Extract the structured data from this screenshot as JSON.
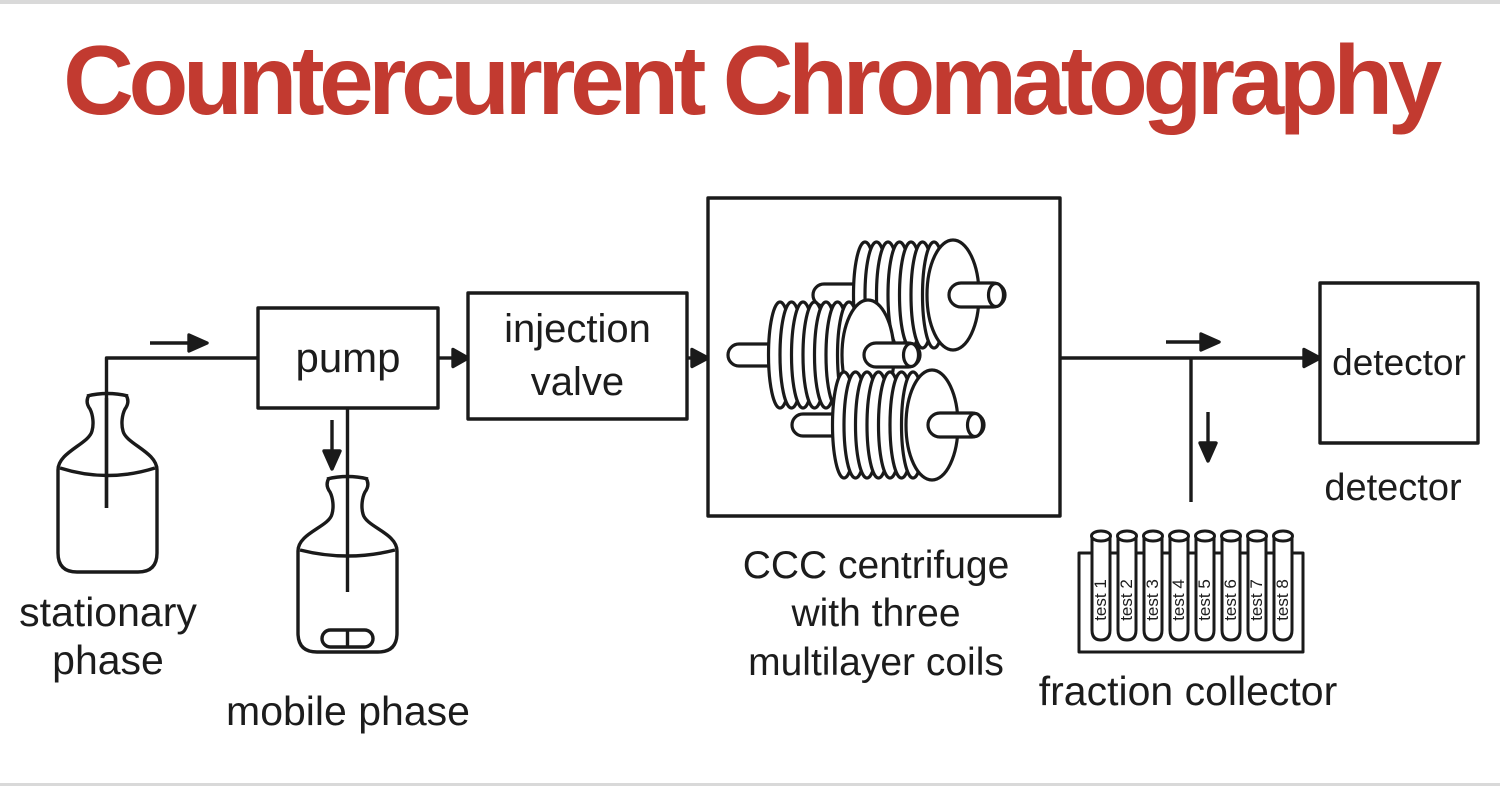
{
  "title": {
    "text": "Countercurrent Chromatography",
    "color": "#c23a30"
  },
  "colors": {
    "accent_red": "#c23a30",
    "line": "#1a1a1a",
    "text": "#1c1c1c",
    "edge_strip": "#d9d9d9"
  },
  "nodes": {
    "stationary_phase": {
      "line1": "stationary",
      "line2": "phase"
    },
    "mobile_phase": {
      "label": "mobile phase"
    },
    "pump": {
      "label": "pump"
    },
    "injection_valve": {
      "line1": "injection",
      "line2": "valve"
    },
    "centrifuge": {
      "caption1": "CCC centrifuge",
      "caption2": "with three",
      "caption3": "multilayer coils"
    },
    "detector": {
      "label": "detector",
      "caption": "detector"
    },
    "fraction_collector": {
      "caption": "fraction collector",
      "tubes": [
        "test 1",
        "test 2",
        "test 3",
        "test 4",
        "test 5",
        "test 6",
        "test 7",
        "test 8"
      ]
    }
  },
  "icons": {
    "flow_arrows": [
      "arrow-right-icon",
      "arrow-down-icon",
      "arrow-right-icon",
      "arrow-down-icon"
    ]
  }
}
